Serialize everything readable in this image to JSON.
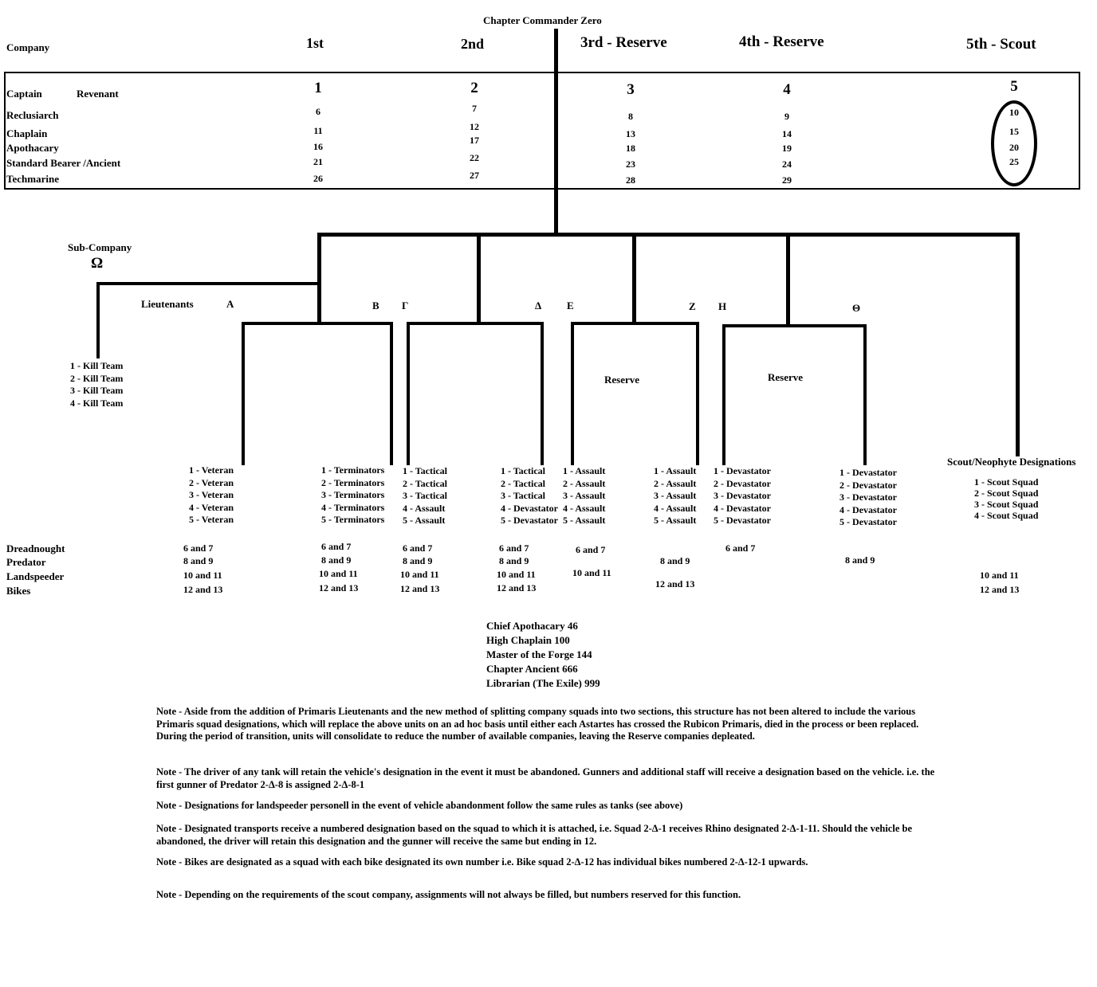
{
  "title": "Chapter Commander Zero",
  "header": {
    "company_label": "Company",
    "columns": [
      "1st",
      "2nd",
      "3rd - Reserve",
      "4th - Reserve",
      "5th - Scout"
    ]
  },
  "officers": {
    "rows": [
      {
        "label": "Captain",
        "note": "Revenant",
        "values": [
          "1",
          "2",
          "3",
          "4",
          "5"
        ]
      },
      {
        "label": "Reclusiarch",
        "values": [
          "6",
          "7",
          "8",
          "9",
          "10"
        ]
      },
      {
        "label": "Chaplain",
        "values": [
          "11",
          "12",
          "13",
          "14",
          "15"
        ]
      },
      {
        "label": "Apothacary",
        "values": [
          "16",
          "17",
          "18",
          "19",
          "20"
        ]
      },
      {
        "label": "Standard Bearer /Ancient",
        "values": [
          "21",
          "22",
          "23",
          "24",
          "25"
        ]
      },
      {
        "label": "Techmarine",
        "values": [
          "26",
          "27",
          "28",
          "29",
          ""
        ]
      }
    ]
  },
  "sub_company": {
    "label": "Sub-Company",
    "symbol": "Ω",
    "kill_teams": [
      "1 - Kill Team",
      "2 - Kill Team",
      "3 - Kill Team",
      "4 - Kill Team"
    ]
  },
  "lieutenants": {
    "label": "Lieutenants",
    "letters": [
      "A",
      "B",
      "Γ",
      "Δ",
      "E",
      "Z",
      "H",
      "Θ"
    ]
  },
  "reserve_label_3rd": "Reserve",
  "reserve_label_4th": "Reserve",
  "scout_header": "Scout/Neophyte Designations",
  "squads": [
    [
      "1 - Veteran",
      "2 - Veteran",
      "3 - Veteran",
      "4 - Veteran",
      "5 - Veteran"
    ],
    [
      "1 - Terminators",
      "2 - Terminators",
      "3 - Terminators",
      "4 - Terminators",
      "5 - Terminators"
    ],
    [
      "1 - Tactical",
      "2 - Tactical",
      "3 - Tactical",
      "4 - Assault",
      "5 - Assault"
    ],
    [
      "1 - Tactical",
      "2 - Tactical",
      "3 - Tactical",
      "4 - Devastator",
      "5 - Devastator"
    ],
    [
      "1 - Assault",
      "2 - Assault",
      "3 - Assault",
      "4 - Assault",
      "5 - Assault"
    ],
    [
      "1 - Assault",
      "2 - Assault",
      "3 - Assault",
      "4 - Assault",
      "5 - Assault"
    ],
    [
      "1 - Devastator",
      "2 - Devastator",
      "3 - Devastator",
      "4 - Devastator",
      "5 - Devastator"
    ],
    [
      "1 - Devastator",
      "2 - Devastator",
      "3 - Devastator",
      "4 - Devastator",
      "5 - Devastator"
    ],
    [
      "1 - Scout Squad",
      "2 - Scout Squad",
      "3 - Scout Squad",
      "4 - Scout Squad"
    ]
  ],
  "vehicles": {
    "row_labels": [
      "Dreadnought",
      "Predator",
      "Landspeeder",
      "Bikes"
    ],
    "columns": [
      {
        "dreadnought": "6 and 7",
        "predator": "8 and 9",
        "landspeeder": "10 and 11",
        "bikes": "12 and 13"
      },
      {
        "dreadnought": "6 and 7",
        "predator": "8 and 9",
        "landspeeder": "10 and 11",
        "bikes": "12 and 13"
      },
      {
        "dreadnought": "6 and 7",
        "predator": "8 and 9",
        "landspeeder": "10 and 11",
        "bikes": "12 and 13"
      },
      {
        "dreadnought": "6 and 7",
        "predator": "8 and 9",
        "landspeeder": "10 and 11",
        "bikes": "12 and 13"
      },
      {
        "dreadnought": "6 and 7",
        "landspeeder": "10 and 11"
      },
      {
        "predator": "8 and 9",
        "bikes": "12 and 13"
      },
      {
        "dreadnought": "6 and 7"
      },
      {
        "predator": "8 and 9"
      },
      {
        "landspeeder": "10 and 11",
        "bikes": "12 and 13"
      }
    ]
  },
  "hq_staff": [
    "Chief Apothacary 46",
    "High Chaplain 100",
    "Master of the Forge 144",
    "Chapter Ancient 666",
    "Librarian (The Exile) 999"
  ],
  "notes": [
    "Note - Aside from the addition of Primaris Lieutenants and the new method of splitting company squads into two sections, this structure has not been altered to include the various Primaris squad designations, which will replace the above units on an ad hoc basis until either each Astartes has crossed the Rubicon Primaris, died in the process or been replaced. During the period of transition, units will consolidate to reduce the number of available companies, leaving the Reserve companies depleated.",
    "Note - The driver of any tank will retain the vehicle's designation in the event it must be abandoned. Gunners and additional staff will receive a designation based on the vehicle. i.e. the first gunner of Predator 2-Δ-8 is assigned 2-Δ-8-1",
    "Note - Designations for landspeeder personell in the event of vehicle abandonment follow the same rules as tanks (see above)",
    "Note - Designated transports receive a numbered designation based on the squad to which it is attached, i.e. Squad 2-Δ-1 receives Rhino designated 2-Δ-1-11. Should the vehicle be abandoned, the driver will retain this designation and the gunner will receive the same but ending in 12.",
    "Note - Bikes are designated as a squad with each bike designated its own number i.e. Bike squad 2-Δ-12 has individual bikes numbered 2-Δ-12-1 upwards.",
    "Note - Depending on the requirements of the scout company, assignments will not always be filled, but numbers reserved for this function."
  ]
}
